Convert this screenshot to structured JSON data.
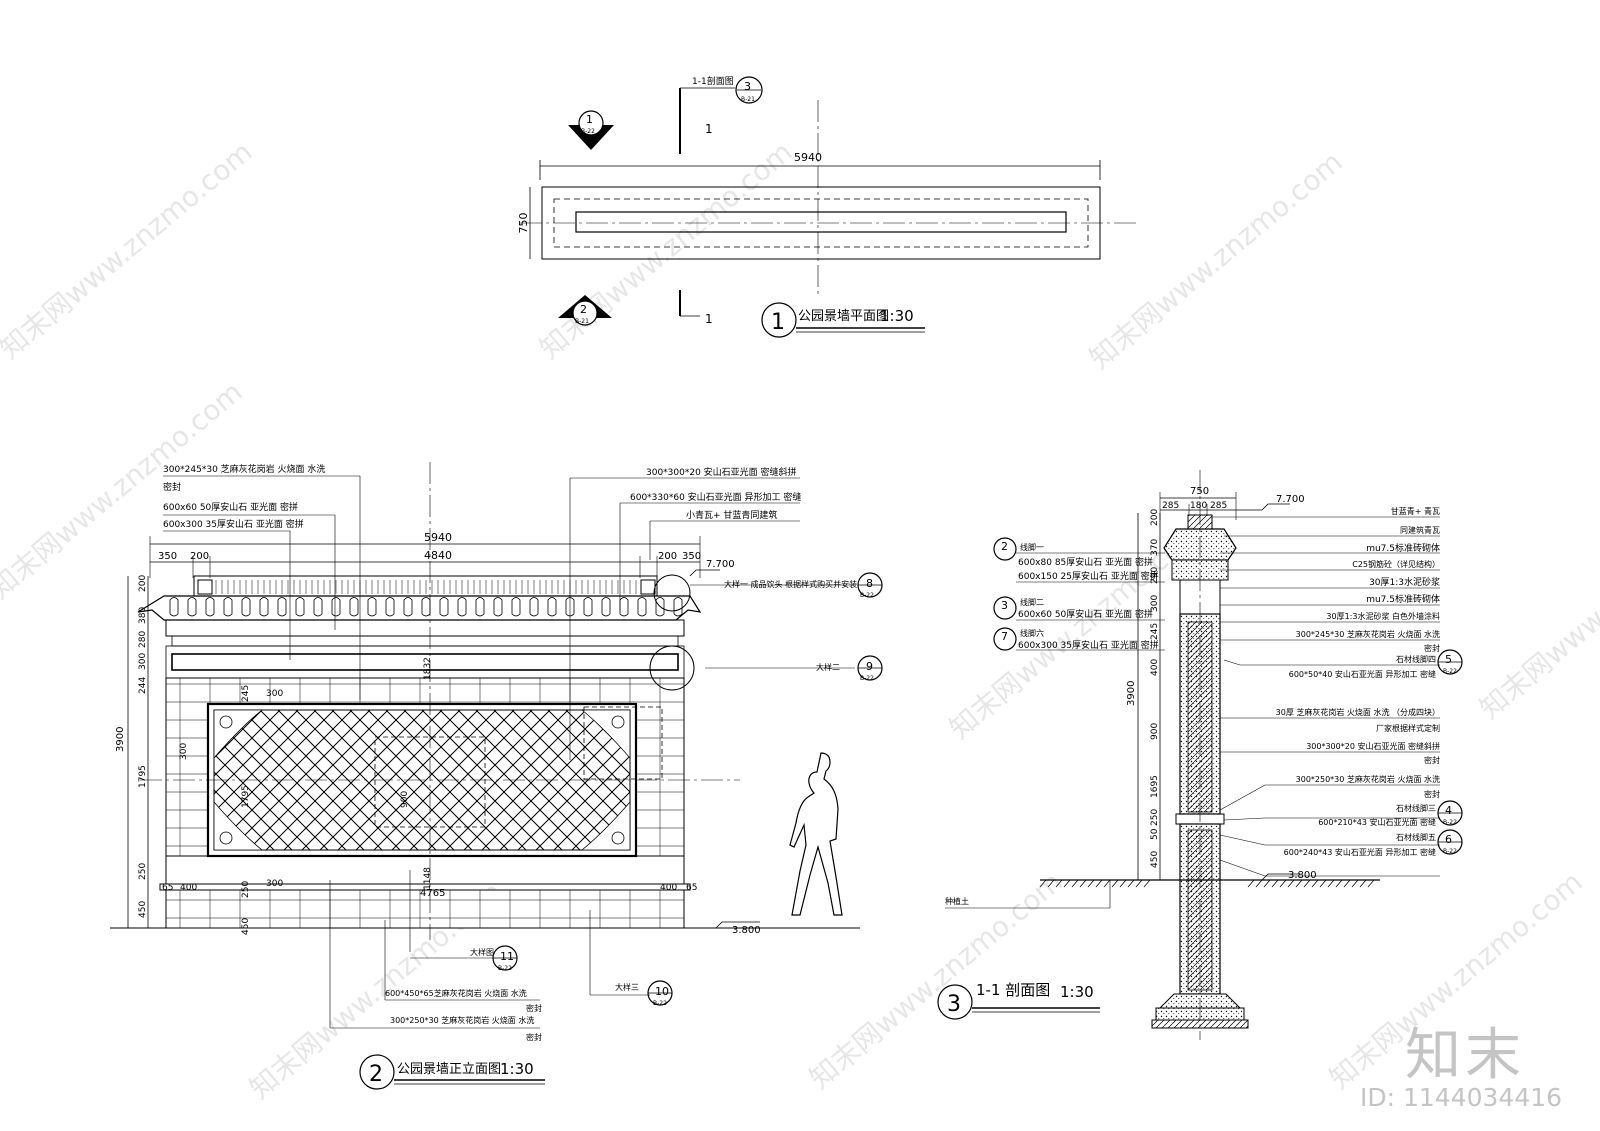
{
  "plan": {
    "title": "公园景墙平面图",
    "scale": "1:30",
    "number": "1",
    "section_label": "1-1剖面图",
    "section_ref": "3",
    "section_sheet": "B-21",
    "cut_mark": "1",
    "elev_ref_top": "1",
    "elev_ref_top_sheet": "B-22",
    "elev_ref_bottom": "2",
    "elev_ref_bottom_sheet": "B-21",
    "dim_length": "5940",
    "dim_width": "750"
  },
  "elevation": {
    "title": "公园景墙正立面图",
    "scale": "1:30",
    "number": "2",
    "top_notes": [
      "300*245*30 芝麻灰花岗岩 火烧面 水洗",
      "密封",
      "600x60 50厚安山石 亚光面 密拼",
      "600x300 35厚安山石 亚光面 密拼"
    ],
    "top_notes_right": [
      "300*300*20 安山石亚光面 密缝斜拼",
      "600*330*60 安山石亚光面 异形加工 密缝",
      "小青瓦+ 甘蓝青同建筑"
    ],
    "detail8_text": "大样一 成品饮头 根据样式购买并安装",
    "detail8_num": "8",
    "detail9_text": "大样二",
    "detail9_num": "9",
    "sheet_ref": "B-22",
    "dims_top": {
      "total": "5940",
      "inner": "4840",
      "a": "350",
      "b": "200",
      "c": "200",
      "d": "350"
    },
    "elev_top": "7.700",
    "elev_bottom": "3.800",
    "dims_left": [
      "200",
      "380",
      "280",
      "300",
      "244",
      "1795",
      "250",
      "450"
    ],
    "dim_left_total": "3900",
    "dims_inner": {
      "w245": "245",
      "w300a": "300",
      "h300": "300",
      "h1795": "1795",
      "h900": "900",
      "h1832": "1832",
      "w300b": "300",
      "h250": "250",
      "h450": "450"
    },
    "dims_bottom": [
      "65",
      "400",
      "4765",
      "400",
      "65"
    ],
    "dim_1148": "1148",
    "bottom_notes": [
      {
        "text": "大样图",
        "num": "11"
      },
      {
        "text": "大样三",
        "num": "10"
      }
    ],
    "bottom_texts": [
      "600*450*65芝麻灰花岗岩 火烧面 水洗",
      "密封",
      "300*250*30 芝麻灰花岗岩 火烧面 水洗",
      "密封"
    ]
  },
  "section": {
    "title": "1-1 剖面图",
    "scale": "1:30",
    "number": "3",
    "dim_top": "750",
    "dim_parts": [
      "285",
      "180",
      "285"
    ],
    "elev_top": "7.700",
    "elev_bottom": "3.800",
    "dims_left": [
      "200",
      "370",
      "290",
      "300",
      "245",
      "400",
      "900",
      "1695",
      "250",
      "450"
    ],
    "dims_left_extra": "50",
    "dim_left_total": "3900",
    "left_notes": [
      {
        "ref": "2",
        "title": "线脚一",
        "text": "600x80 85厚安山石 亚光面 密拼"
      },
      {
        "ref": "",
        "title": "",
        "text": "600x150 25厚安山石 亚光面 密拼"
      },
      {
        "ref": "3",
        "title": "线脚二",
        "text": "600x60 50厚安山石 亚光面 密拼"
      },
      {
        "ref": "7",
        "title": "线脚六",
        "text": "600x300 35厚安山石 亚光面 密拼"
      }
    ],
    "right_notes": [
      "甘蓝青+ 青瓦",
      "同建筑青瓦",
      "mu7.5标准砖砌体",
      "C25钢筋砼（详见结构）",
      "30厚1:3水泥砂浆",
      "mu7.5标准砖砌体",
      "30厚1:3水泥砂浆  白色外墙涂料",
      "300*245*30 芝麻灰花岗岩 火烧面 水洗",
      "密封",
      "石材线脚四",
      "600*50*40 安山石亚光面 异形加工 密缝",
      "30厚 芝麻灰花岗岩 火烧面 水洗 （分成四块）",
      "厂家根据样式定制",
      "300*300*20 安山石亚光面 密缝斜拼",
      "密封",
      "300*250*30 芝麻灰花岗岩 火烧面 水洗",
      "密封",
      "石材线脚三",
      "600*210*43 安山石亚光面 密缝",
      "石材线脚五",
      "600*240*43 安山石亚光面 异形加工 密缝"
    ],
    "ref5": "5",
    "ref4": "4",
    "ref6": "6",
    "sheet_ref": "B-22",
    "soil_label": "种植土"
  },
  "watermark": {
    "text": "知末网www.znzmo.com"
  },
  "brand": {
    "logo": "知末",
    "id": "ID: 1144034416"
  }
}
